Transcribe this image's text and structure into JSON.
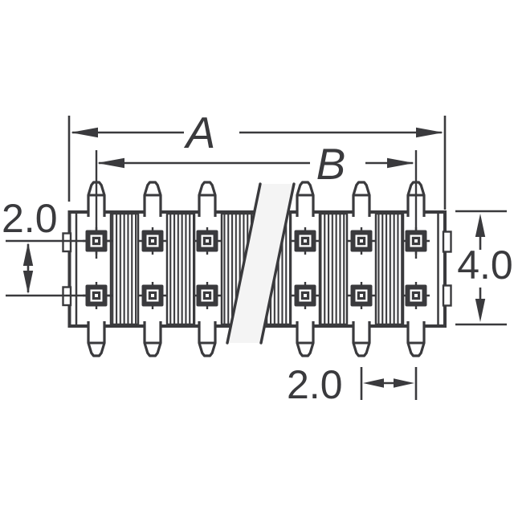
{
  "diagram": {
    "type": "technical-dimension-drawing",
    "subject": "dual-row surface-mount pin header connector, side view with break lines",
    "labels": {
      "overall_width": "A",
      "pin_span": "B",
      "row_pitch": "2.0",
      "body_height": "4.0",
      "pin_pitch": "2.0"
    },
    "colors": {
      "line": "#3a3a3d",
      "background": "#ffffff",
      "break_fill": "#f4f4f4"
    },
    "features": {
      "visible_pin_columns": 6,
      "pad_rows": 2,
      "visible_top_pins": 6,
      "visible_bottom_pins": 6,
      "visible_solder_pads": 12
    }
  }
}
